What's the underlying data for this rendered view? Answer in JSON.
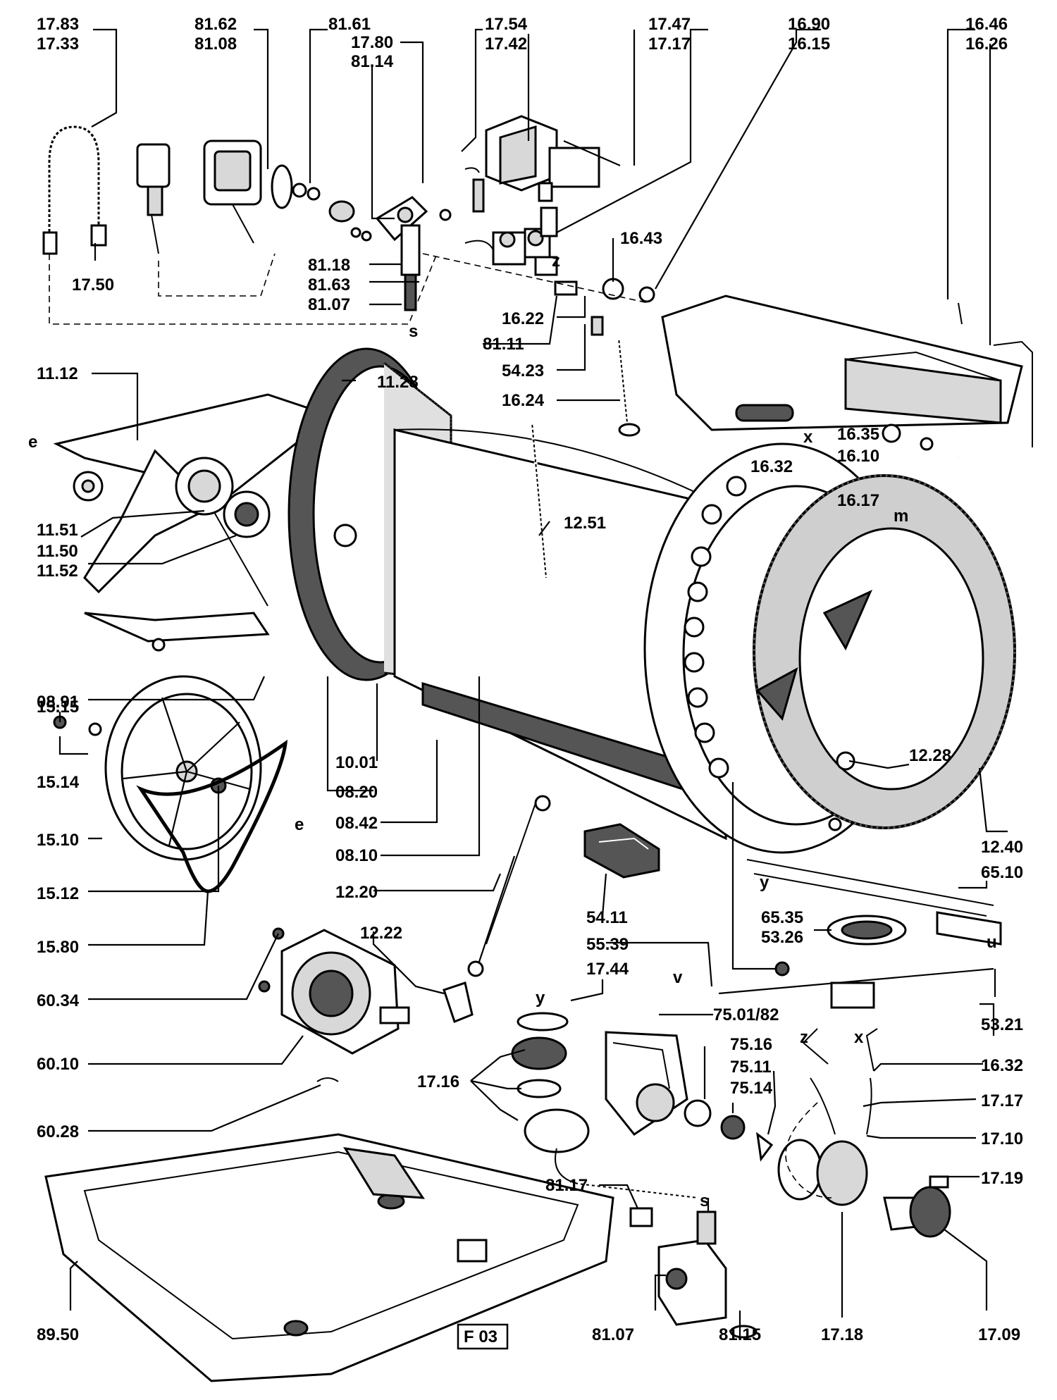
{
  "figure_id": "F 03",
  "labels": {
    "l1783": "17.83",
    "l1733": "17.33",
    "l8162": "81.62",
    "l8108": "81.08",
    "l8161": "81.61",
    "l1780": "17.80",
    "l8114": "81.14",
    "l1754": "17.54",
    "l1742": "17.42",
    "l1747": "17.47",
    "l1717a": "17.17",
    "l1690": "16.90",
    "l1615": "16.15",
    "l1646": "16.46",
    "l1626": "16.26",
    "l1750": "17.50",
    "l8118": "81.18",
    "l8163": "81.63",
    "l8107a": "81.07",
    "l1643": "16.43",
    "l1622": "16.22",
    "l8111": "81.11",
    "l5423": "54.23",
    "l1624": "16.24",
    "l1112": "11.12",
    "l1128": "11.28",
    "l1632a": "16.32",
    "l1635": "16.35",
    "l1610": "16.10",
    "l1617": "16.17",
    "l1151": "11.51",
    "l1150": "11.50",
    "l1152": "11.52",
    "l1251": "12.51",
    "l0891": "08.91",
    "l1515": "15.15",
    "l1514": "15.14",
    "l1001": "10.01",
    "l1228": "12.28",
    "l0820": "08.20",
    "l1510": "15.10",
    "l0842": "08.42",
    "l1240": "12.40",
    "l0810": "08.10",
    "l1512": "15.12",
    "l1220": "12.20",
    "l5411": "54.11",
    "l6510": "65.10",
    "l6535": "65.35",
    "l5326": "53.26",
    "l1222": "12.22",
    "l5539": "55.39",
    "l1580": "15.80",
    "l1744": "17.44",
    "l6034": "60.34",
    "l7501": "75.01/82",
    "l5321": "53.21",
    "l7516": "75.16",
    "l1632b": "16.32",
    "l7511": "75.11",
    "l6010": "60.10",
    "l1716": "17.16",
    "l7514": "75.14",
    "l1717b": "17.17",
    "l1710": "17.10",
    "l6028": "60.28",
    "l1719": "17.19",
    "l8117": "81.17",
    "l8950": "89.50",
    "l8107b": "81.07",
    "l8115": "81.15",
    "l1718": "17.18",
    "l1709": "17.09"
  },
  "letters": {
    "e1": "e",
    "e2": "e",
    "s1": "s",
    "s2": "s",
    "x1": "x",
    "x2": "x",
    "z1": "z",
    "z2": "z",
    "y1": "y",
    "y2": "y",
    "m": "m",
    "u": "u",
    "v": "v"
  }
}
